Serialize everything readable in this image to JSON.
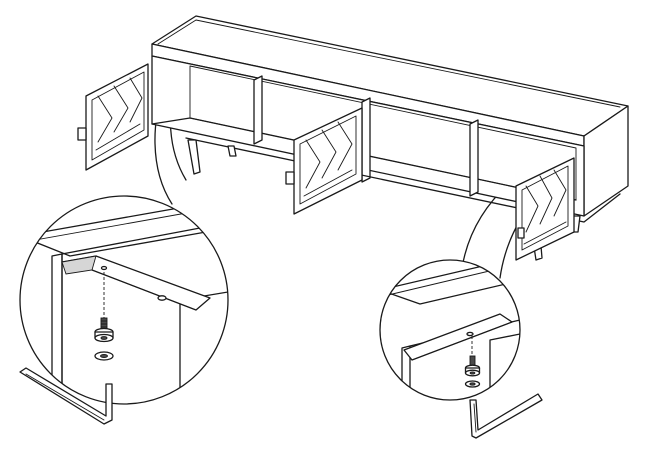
{
  "figure": {
    "kind": "assembly-instruction-illustration",
    "subject": "tv-stand-with-three-hinged-doors",
    "detail_views": 2,
    "fastener": "bolt-with-washer",
    "tool": "allen-key-icon",
    "colors": {
      "line": "#1a1a1a",
      "paper": "#ffffff",
      "shade": "#d6d6d6",
      "bolt": "#4a4a4a"
    }
  }
}
